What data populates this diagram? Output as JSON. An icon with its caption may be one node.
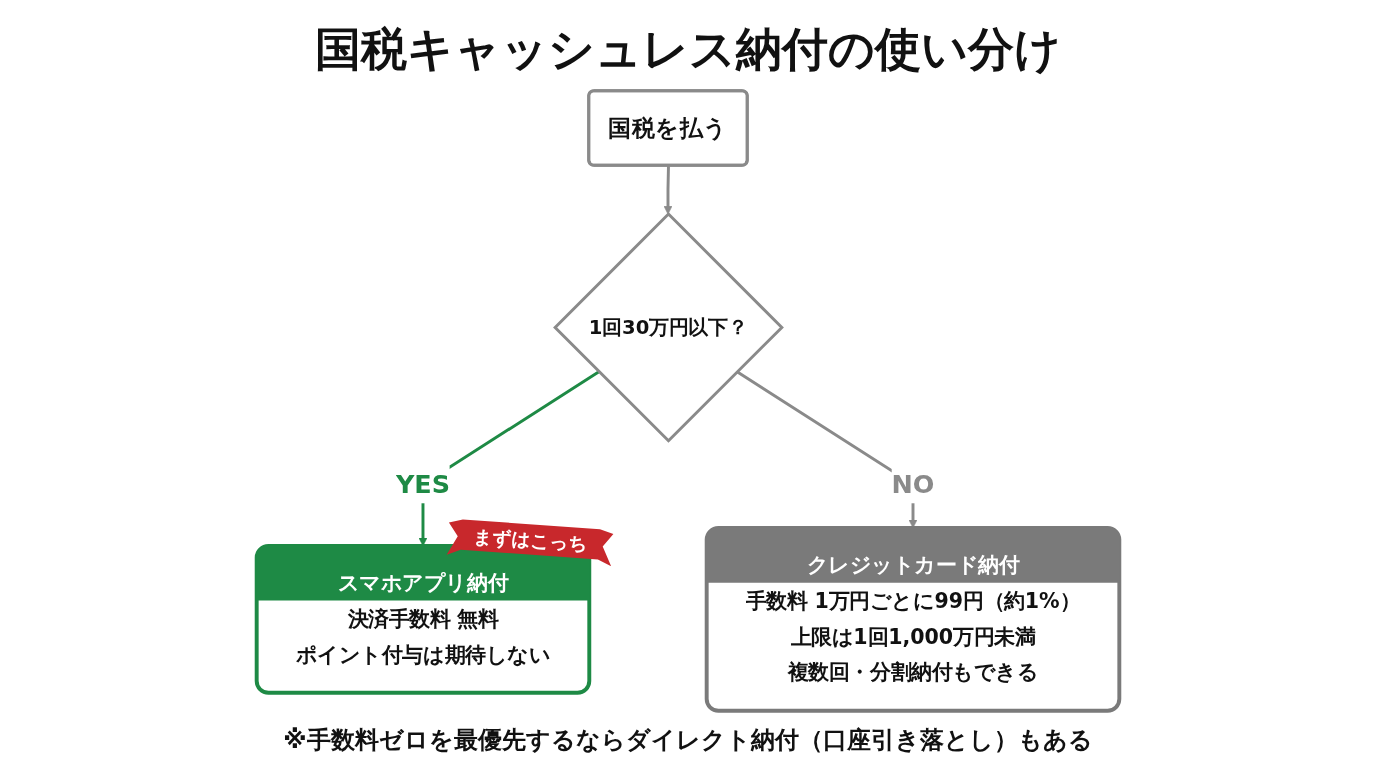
{
  "diagram": {
    "title": "国税キャッシュレス納付の使い分け",
    "caption": "※手数料ゼロを最優先するならダイレクト納付（口座引き落とし）もある",
    "nodes": [
      {
        "text": [
          "国税を払う"
        ]
      },
      {
        "text": [
          "1回30万円以下？"
        ]
      },
      {
        "text": [
          "スマホアプリ納付",
          "決済手数料 無料",
          "ポイント付与は期待しない"
        ],
        "beside": [
          "まずはこっち"
        ]
      },
      {
        "text": [
          "クレジットカード納付",
          "手数料 1万円ごとに99円（約1%）",
          "上限は1回1,000万円未満",
          "複数回・分割納付もできる"
        ]
      }
    ],
    "edges": [
      {
        "from": 0,
        "to": 1,
        "arrow": "to"
      },
      {
        "from": 1,
        "to": 2,
        "arrow": "to",
        "label": "YES",
        "color": "#1e8a45"
      },
      {
        "from": 1,
        "to": 3,
        "arrow": "to",
        "label": "NO"
      }
    ]
  }
}
